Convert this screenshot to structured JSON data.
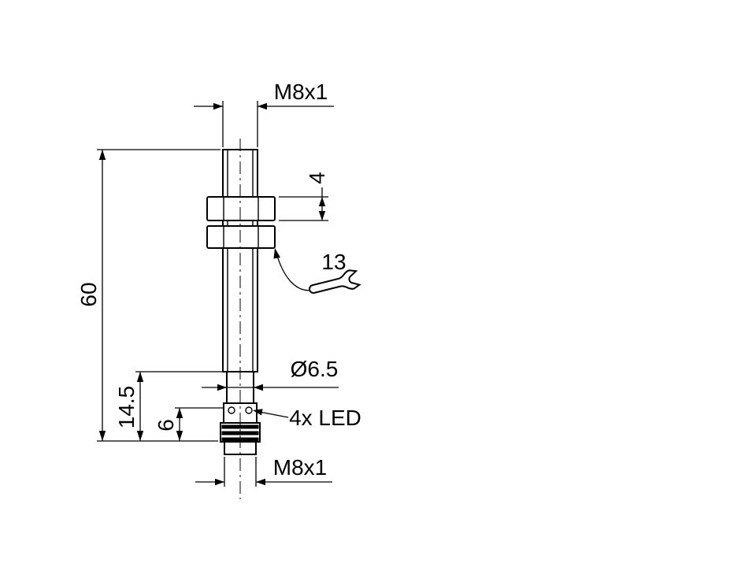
{
  "drawing": {
    "labels": {
      "thread_top": "M8x1",
      "nut_height": "4",
      "wrench_size": "13",
      "overall_length": "60",
      "tip_diameter": "Ø6.5",
      "rear_length": "14.5",
      "led_position": "6",
      "led_note": "4x LED",
      "thread_bottom": "M8x1"
    }
  }
}
